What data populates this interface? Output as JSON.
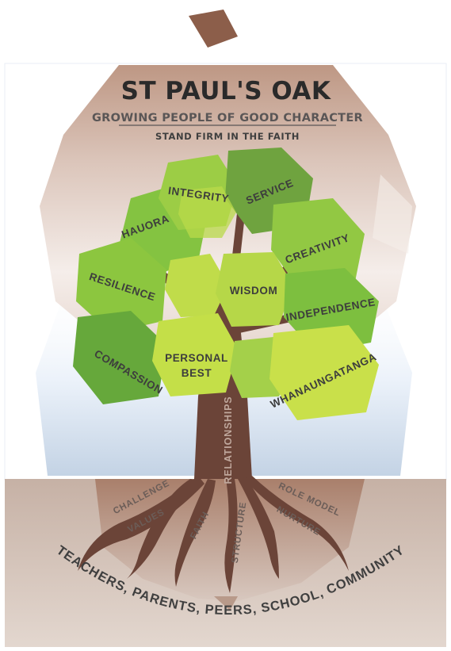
{
  "header": {
    "title": "ST PAUL'S OAK",
    "subtitle": "GROWING PEOPLE OF GOOD CHARACTER",
    "motto": "STAND FIRM IN THE FAITH"
  },
  "trunk_label": "RELATIONSHIPS",
  "values": {
    "integrity": "INTEGRITY",
    "service": "SERVICE",
    "hauora": "HAUORA",
    "creativity": "CREATIVITY",
    "resilience": "RESILIENCE",
    "wisdom": "WISDOM",
    "independence": "INDEPENDENCE",
    "compassion": "COMPASSION",
    "personal_best_1": "PERSONAL",
    "personal_best_2": "BEST",
    "whanaungatanga": "WHANAUNGATANGA"
  },
  "roots": {
    "challenge": "CHALLENGE",
    "values": "VALUES",
    "faith": "FAITH",
    "structure": "STRUCTURE",
    "role_model": "ROLE MODEL",
    "nurture": "NURTURE"
  },
  "foundation": "TEACHERS, PARENTS, PEERS, SCHOOL, COMMUNITY",
  "colors": {
    "acorn_cap": "#a8806d",
    "stem": "#8c5e4a",
    "trunk": "#6b4438",
    "soil": "#c9b2a5",
    "leaf_light": "#c9e04a",
    "leaf_mid": "#8cc63f",
    "leaf_dark": "#5c9c3a"
  }
}
